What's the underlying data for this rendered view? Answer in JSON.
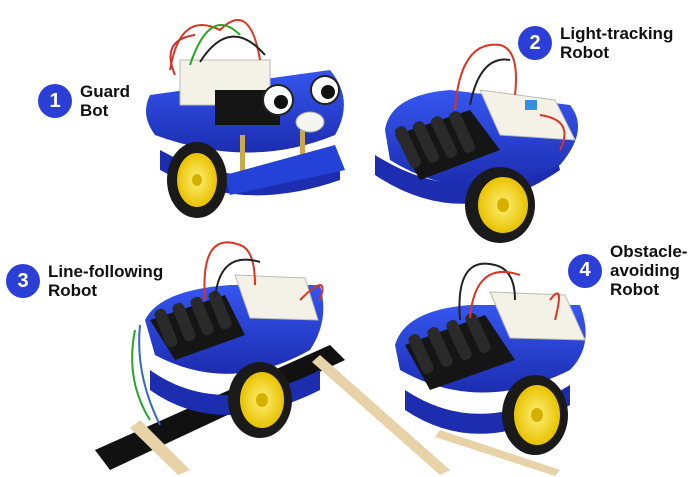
{
  "robots": [
    {
      "number": "1",
      "name": "Guard\nBot"
    },
    {
      "number": "2",
      "name": "Light-tracking\nRobot"
    },
    {
      "number": "3",
      "name": "Line-following\nRobot"
    },
    {
      "number": "4",
      "name": "Obstacle-\navoiding\nRobot"
    }
  ],
  "colors": {
    "chassis": "#2a46e0",
    "chassis_dark": "#1a2aa8",
    "wheel": "#f2d21a",
    "tire": "#1a1a1a",
    "badge": "#2b3fd6",
    "breadboard": "#f4f1e6",
    "battery_black": "#151515"
  }
}
